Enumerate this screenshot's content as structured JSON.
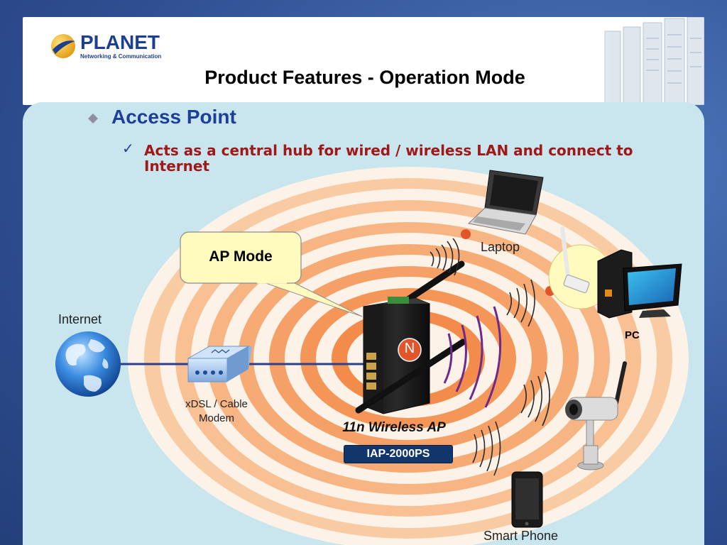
{
  "brand": {
    "name": "PLANET",
    "tagline": "Networking & Communication"
  },
  "slide": {
    "title": "Product Features - Operation Mode",
    "bullet_heading": "Access Point",
    "sub_bullet": "Acts as a central hub for wired / wireless LAN and connect to Internet"
  },
  "diagram": {
    "callout": "AP Mode",
    "device_name": "11n Wireless AP",
    "model_badge": "IAP-2000PS",
    "labels": {
      "internet": "Internet",
      "modem_line1": "xDSL / Cable",
      "modem_line2": "Modem",
      "laptop": "Laptop",
      "pc": "PC",
      "smartphone": "Smart Phone",
      "n_logo": "N"
    }
  },
  "colors": {
    "title_blue": "#1d3f9a",
    "bullet_red": "#a01818",
    "panel_bg": "#c9e6ee",
    "ring_orange": "#f5a35d",
    "badge_navy": "#12356b",
    "link_blue": "#2b3f8f"
  }
}
